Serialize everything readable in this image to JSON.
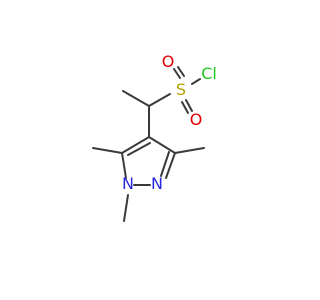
{
  "molecule": {
    "atoms": {
      "sulfur": {
        "symbol": "S",
        "color": "#b3a400"
      },
      "oxygen_top": {
        "symbol": "O",
        "color": "#e30000"
      },
      "oxygen_bottom": {
        "symbol": "O",
        "color": "#e30000"
      },
      "chlorine": {
        "symbol": "Cl",
        "color": "#1fc91f"
      },
      "nitrogen_ring": {
        "symbol": "N",
        "color": "#2727e0"
      },
      "nitrogen_methyl": {
        "symbol": "N",
        "color": "#2727e0"
      }
    },
    "bond_color": "#3a3a3a"
  }
}
